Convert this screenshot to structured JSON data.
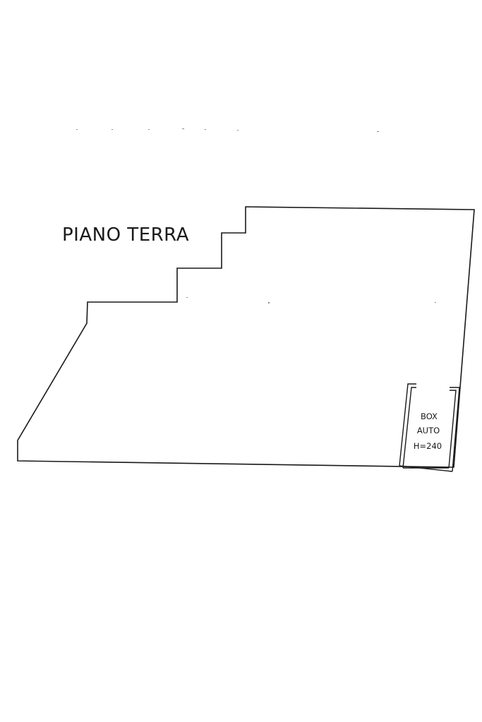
{
  "plan": {
    "floor_label": "PIANO TERRA",
    "room": {
      "lines": [
        "BOX",
        "AUTO",
        "H=240"
      ]
    }
  }
}
